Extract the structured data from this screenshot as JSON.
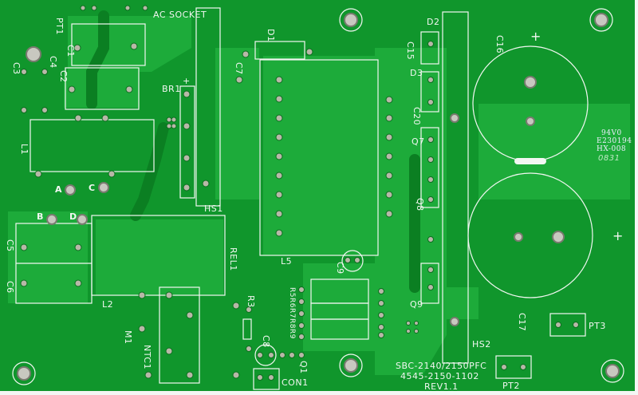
{
  "board": {
    "silkscreen": {
      "pt1": "PT1",
      "ac_socket": "AC SOCKET",
      "c1": "C1",
      "c2": "C2",
      "c3": "C3",
      "c4": "C4",
      "br1": "BR1",
      "l1": "L1",
      "a": "A",
      "c": "C",
      "b": "B",
      "d": "D",
      "c5": "C5",
      "c6": "C6",
      "rel1": "REL1",
      "l2": "L2",
      "m1": "M1",
      "ntc1": "NTC1",
      "r3": "R3",
      "c8": "C8",
      "con1": "CON1",
      "q1": "Q1",
      "r5_r9": "R5R6R7R8R9",
      "c9": "C9",
      "l5": "L5",
      "hs1": "HS1",
      "d1": "D1",
      "c7": "C7",
      "d2": "D2",
      "c15": "C15",
      "d3": "D3",
      "c20": "C20",
      "q7": "Q7",
      "q8": "Q8",
      "q9": "Q9",
      "hs2": "HS2",
      "c16": "C16",
      "c17": "C17",
      "pt3": "PT3",
      "pt2": "PT2",
      "model": "SBC-2140/2150PFC",
      "part_number": "4545-2150-1102",
      "revision": "REV1.1",
      "ul_rating": "94V0",
      "ul_file": "E230194",
      "maker_code": "HX-008",
      "date_code": "0831",
      "plus": "+"
    },
    "colors": {
      "solder_mask": "#10962c",
      "copper_pour": "#1fae3c",
      "silk": "#f2f7f2",
      "pad": "#b8b8a8"
    }
  }
}
